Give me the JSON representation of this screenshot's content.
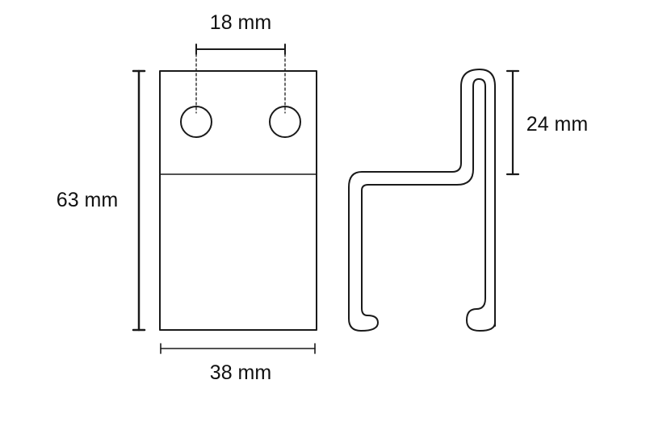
{
  "dimensions": {
    "hole_spacing": "18 mm",
    "plate_height": "63 mm",
    "plate_width": "38 mm",
    "hook_depth": "24 mm"
  },
  "colors": {
    "line": "#1a1a1a",
    "background": "#ffffff"
  }
}
